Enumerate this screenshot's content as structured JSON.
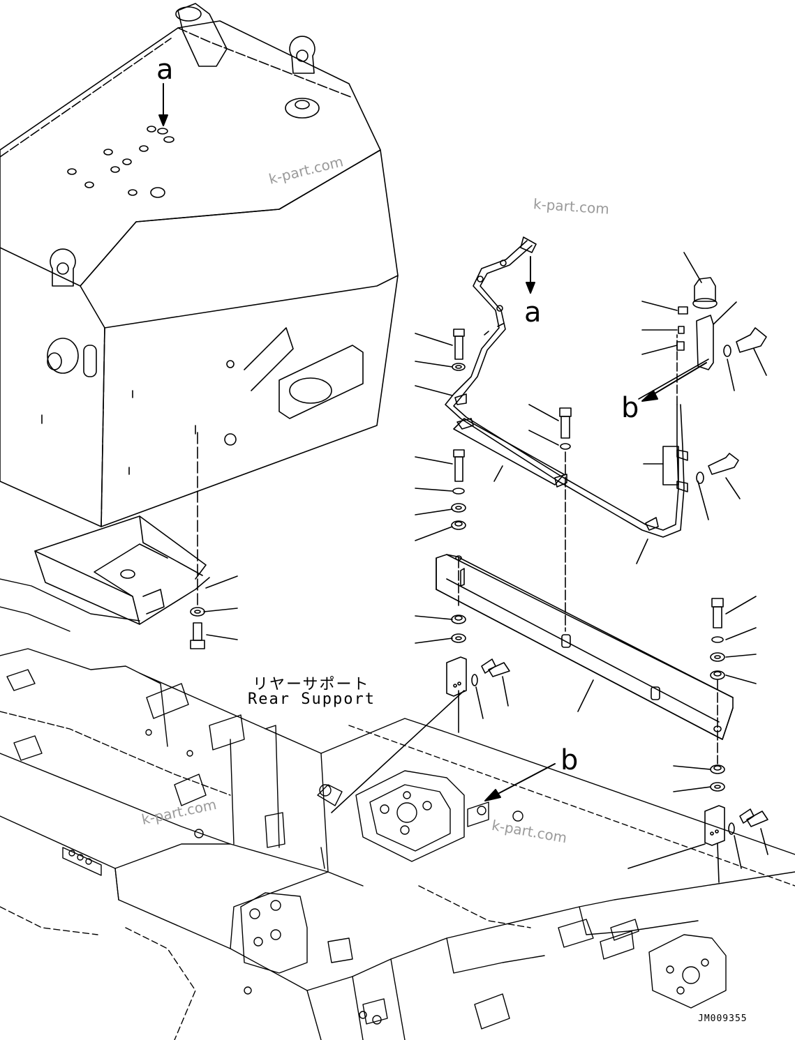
{
  "labels": {
    "ref_a_top": "a",
    "ref_a_mid": "a",
    "ref_b_mid": "b",
    "ref_b_low": "b",
    "caption_jp": "リヤーサポート",
    "caption_en": "Rear Support",
    "drawing_code": "JM009355"
  },
  "watermarks": [
    "k-part.com",
    "k-part.com",
    "k-part.com",
    "k-part.com"
  ],
  "colors": {
    "line": "#000000",
    "background": "#ffffff",
    "watermark": "#9a9a9a"
  }
}
